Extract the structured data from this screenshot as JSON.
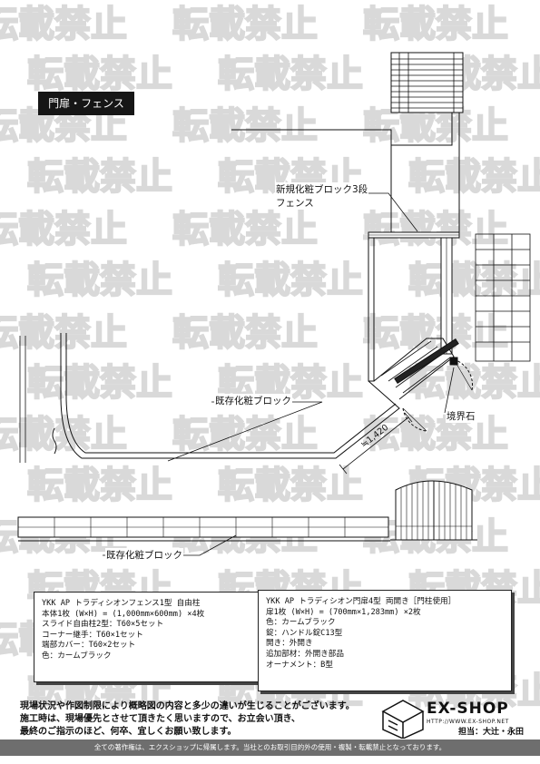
{
  "watermark": {
    "text": "転載禁止"
  },
  "title_label": "門扉・フェンス",
  "labels": {
    "new_block": "新規化粧ブロック3段",
    "fence": "フェンス",
    "existing_block_upper": "既存化粧ブロック",
    "existing_block_lower": "既存化粧ブロック",
    "boundary_stone": "境界石",
    "dimension": "≒1,420"
  },
  "spec_fence": {
    "lines": [
      "YKK AP トラディシオンフェンス1型 自由柱",
      "本体1枚 (W×H) = (1,000mm×600mm) ×4枚",
      "スライド自由柱2型：T60×5セット",
      "コーナー継手：T60×1セット",
      "端部カバー：T60×2セット",
      "色：カームブラック"
    ]
  },
  "spec_gate": {
    "lines": [
      "YKK AP トラディシオン門扉4型 両開き［門柱使用］",
      "扉1枚 (W×H) = (700mm×1,283mm) ×2枚",
      "色：カームブラック",
      "錠：ハンドル錠C13型",
      "開き：外開き",
      "追加部材：外開き部品",
      "オーナメント：B型"
    ]
  },
  "notes": [
    "現場状況や作図制限により概略図の内容と多少の違いが生じることがございます。",
    "施工時は、現場優先とさせて頂きたく思いますので、お立会い頂き、",
    "最終のご指示のほど、何卒、宜しくお願い致します。"
  ],
  "logo": {
    "name": "EX-SHOP",
    "url": "HTTP://WWW.EX-SHOP.NET"
  },
  "credit": "担当：大辻・永田",
  "footer": "全ての著作権は、エクスショップに帰属します。当社とのお取引目的外の使用・複製・転載禁止となっております。"
}
